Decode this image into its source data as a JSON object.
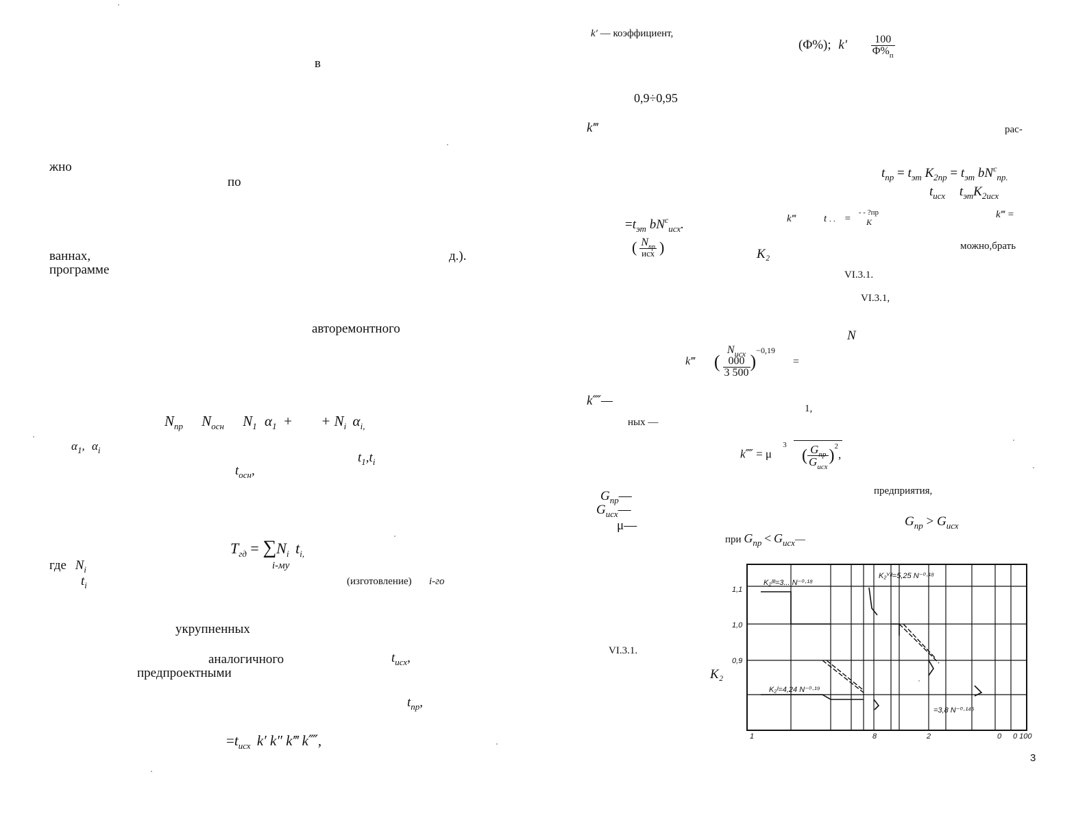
{
  "left_page": {
    "w_v": "в",
    "w_zhno": "жно",
    "w_po": "по",
    "w_vannakh": "ваннах,",
    "w_programme": "программе",
    "w_d": "д.).",
    "w_avtoremontnogo": "авторемонтного",
    "formula_npr": {
      "n_pr": "N",
      "n_pr_sub": "пр",
      "n_osn": "N",
      "n_osn_sub": "осн",
      "n1": "N",
      "n1_sub": "1",
      "a1": "α",
      "a1_sub": "1",
      "op_mid": "+",
      "op_left": "+",
      "ni": "N",
      "ni_sub": "i",
      "ai": "α",
      "ai_sub": "i,"
    },
    "alpha_list": {
      "a1": "α",
      "a1_sub": "1",
      "sep": ",",
      "ai": "α",
      "ai_sub": "i"
    },
    "t_list": {
      "t1": "t",
      "t1_sub": "1",
      "sep": ",",
      "ti": "t",
      "ti_sub": "i"
    },
    "t_osn": {
      "t": "t",
      "sub": "осн",
      "tail": ","
    },
    "formula_tgd": {
      "lhs": "T",
      "lhs_sub": "гд",
      "eq": "=",
      "sum": "∑",
      "rhs": "N",
      "rhs_sub1": "i",
      "rhs_t": "t",
      "rhs_sub2": "i,",
      "under": "i-му"
    },
    "gde_ni": {
      "gde": "где",
      "n": "N",
      "sub": "i"
    },
    "t_i": {
      "t": "t",
      "sub": "i"
    },
    "izgotovlenie": "(изготовление)",
    "i_go": "i-го",
    "w_ukrupnennykh": "укрупненных",
    "w_analogichnogo": "аналогичного",
    "t_iskh": {
      "t": "t",
      "sub": "исх",
      "tail": ","
    },
    "w_predproektnymi": "предпроектными",
    "t_pr": {
      "t": "t",
      "sub": "пр",
      "tail": ","
    },
    "formula_kkk": {
      "eq": "=",
      "t": "t",
      "sub": "исх",
      "rest": "k′ k″ k‴ k⁗,"
    }
  },
  "right_page": {
    "kprime_label": "k′",
    "kprime_text": "— коэффициент,",
    "phi_text": "(Φ%);",
    "phi_k": "k′",
    "phi_num": "100",
    "phi_den": "Φ%",
    "phi_den_sub": "п",
    "range": "0,9÷0,95",
    "ktriple": "k‴",
    "w_ras": "рас-",
    "formula_tpr": {
      "t": "t",
      "sub": "пр",
      "eq1": "=",
      "t2": "t",
      "sub2": "эт",
      "k": "K",
      "ksub": "2пр",
      "eq2": "=",
      "t3": "t",
      "sub3": "эт",
      "b": "bN",
      "bsup": "c",
      "bsub": "пр."
    },
    "formula_tiskh": {
      "t": "t",
      "sub": "исх",
      "t2": "t",
      "sub2": "эт",
      "k": "K",
      "ksub": "2исх"
    },
    "formula_tet": {
      "eq": "=",
      "t": "t",
      "sub": "эт",
      "b": "bN",
      "bsup": "c",
      "bsub": "исх",
      "tail": "."
    },
    "ktriple_mid": "k‴",
    "frag_t": "t",
    "frag_dots": ". .",
    "frag_eq": "=",
    "frag_sup": "- - ?пр",
    "frag_k": "К",
    "ktriple_right": "k‴ =",
    "frac_n_num": "N",
    "frac_n_num_sub": "пр",
    "frac_n_den_sub": "исх",
    "k2_label": "K₂",
    "mozhno": "можно,брать",
    "ref1": "VI.3.1.",
    "ref2": "VI.3.1,",
    "n_alone": "N",
    "formula_kt": {
      "k": "k‴",
      "paren": "(",
      "num_top": "N",
      "num_top_sub": "исх",
      "num": "000",
      "den": "3 500",
      "exp": "−0,19",
      "eq": "="
    },
    "kquad": "k⁗—",
    "one": "1,",
    "nykh": "ных —",
    "formula_kq": {
      "k": "k⁗",
      "eq": "=",
      "mu": "μ",
      "root": "3",
      "num": "G",
      "num_sub": "пр",
      "den": "G",
      "den_sub": "исх",
      "exp": "2",
      "tail": ","
    },
    "g_pr": {
      "g": "G",
      "sub": "пр",
      "dash": "—"
    },
    "g_iskh": {
      "g": "G",
      "sub": "исх",
      "dash": "—"
    },
    "mu": {
      "m": "μ",
      "dash": "—"
    },
    "predpriyatiya": "предприятия,",
    "gpr_gt": {
      "g1": "G",
      "s1": "пр",
      "op": ">",
      "g2": "G",
      "s2": "исх"
    },
    "pri_glt": {
      "pri": "при",
      "g1": "G",
      "s1": "пр",
      "op": "<",
      "g2": "G",
      "s2": "исх",
      "dash": "—"
    },
    "ref3": "VI.3.1.",
    "k2_axis": "K₂",
    "page_number": "3"
  },
  "chart_data": {
    "type": "line",
    "title": "",
    "xlabel": "",
    "ylabel": "K₂",
    "x_ticks": [
      "1",
      "8",
      "2",
      "0",
      "0 100"
    ],
    "y_ticks": [
      "1,1",
      "1,0",
      "0,9"
    ],
    "annotations": [
      "K₂ᴵᴵᴵ=3... N⁻⁰·¹⁸",
      "K₂ⱽᴵᴵ=5,25 N⁻⁰·¹⁸",
      "K₂ᴵ=4,24 N⁻⁰·¹⁹",
      "=3,8 N⁻⁰·¹⁴⁵"
    ],
    "grid": true
  }
}
